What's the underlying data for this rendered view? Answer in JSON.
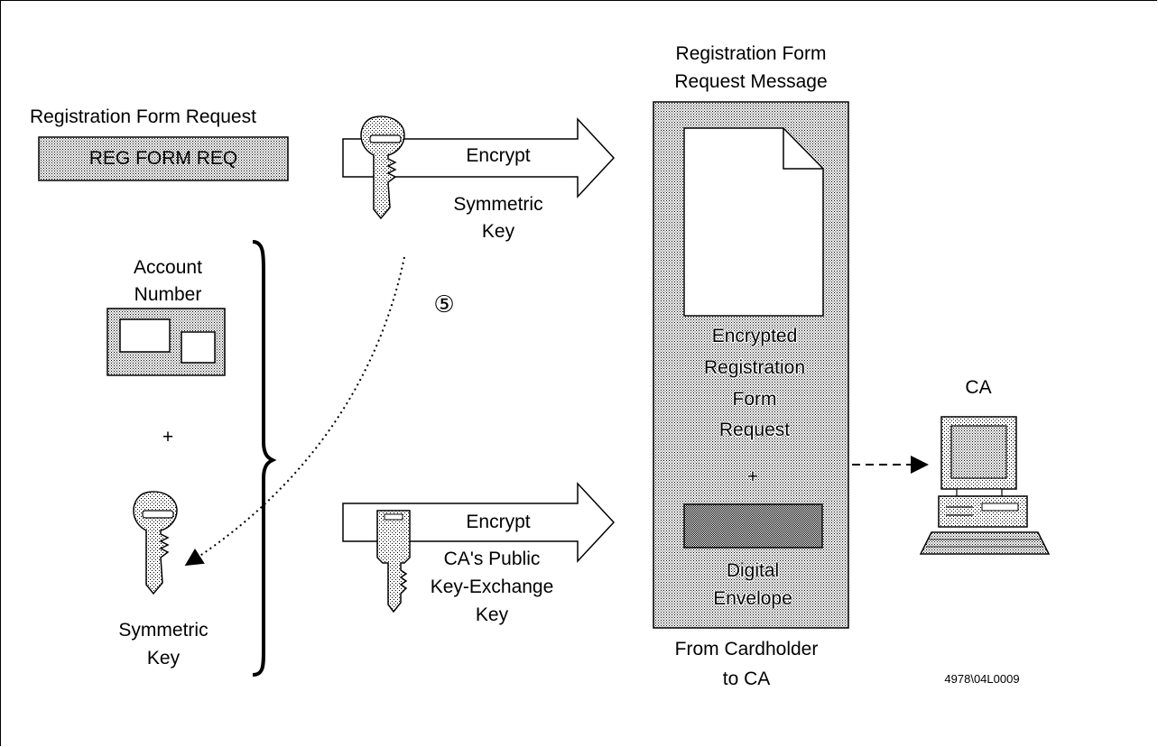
{
  "labels": {
    "reg_form_request_title": "Registration Form Request",
    "reg_form_req_box": "REG FORM REQ",
    "encrypt_top": "Encrypt",
    "symmetric_key_top": [
      "Symmetric",
      "Key"
    ],
    "account_number": [
      "Account",
      "Number"
    ],
    "plus_left": "+",
    "step_marker": "⑤",
    "symmetric_key_bottom": [
      "Symmetric",
      "Key"
    ],
    "encrypt_bottom": "Encrypt",
    "ca_public_key": [
      "CA's Public",
      "Key-Exchange",
      "Key"
    ],
    "message_title": [
      "Registration Form",
      "Request Message"
    ],
    "encrypted_request": [
      "Encrypted",
      "Registration",
      "Form",
      "Request"
    ],
    "plus_center": "+",
    "digital_envelope": [
      "Digital",
      "Envelope"
    ],
    "from_cardholder": [
      "From Cardholder",
      "to CA"
    ],
    "ca": "CA",
    "figure_id": "4978\\04L0009"
  }
}
